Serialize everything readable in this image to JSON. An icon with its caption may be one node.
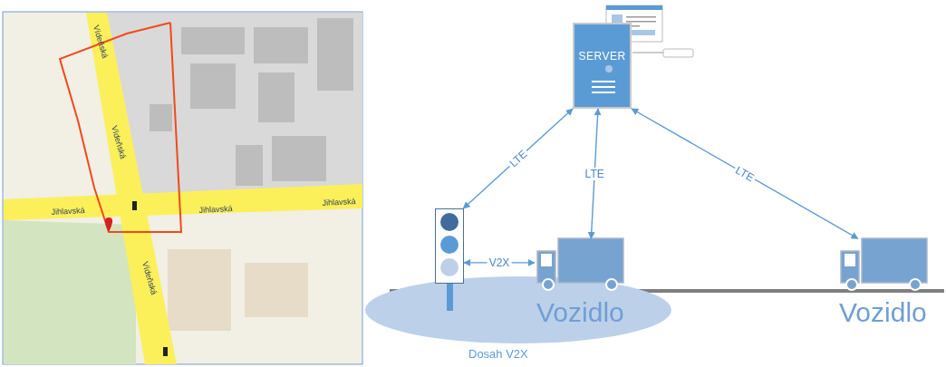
{
  "diagram": {
    "nodes": [
      {
        "text": [
          "SERVER"
        ]
      },
      {
        "text": [],
        "shape": "picture"
      },
      {
        "text": [],
        "shape": "truck",
        "beside": [
          "Vozidlo"
        ]
      },
      {
        "text": [],
        "shape": "truck",
        "beside": [
          "Vozidlo"
        ]
      },
      {
        "text": [
          "Dosah V2X"
        ]
      }
    ],
    "edges": [
      {
        "from": 0,
        "to": 1,
        "arrow": "both",
        "label": "LTE"
      },
      {
        "from": 0,
        "to": 2,
        "arrow": "both",
        "label": "LTE"
      },
      {
        "from": 0,
        "to": 3,
        "arrow": "both",
        "label": "LTE"
      },
      {
        "from": 1,
        "to": 2,
        "arrow": "both",
        "label": "V2X"
      }
    ],
    "labels": [
      "Vídeňská",
      "Vídeňská",
      "Vídeňská",
      "Jihlavská",
      "Jihlavská",
      "Jihlavská"
    ]
  }
}
